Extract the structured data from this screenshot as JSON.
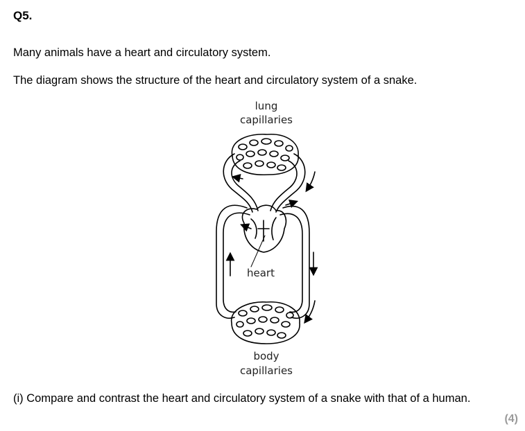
{
  "question": {
    "number": "Q5.",
    "intro": "Many animals have a heart and circulatory system.",
    "diagram_caption": "The diagram shows the structure of the heart and circulatory system of a snake.",
    "part_i": {
      "label": "(i)",
      "text": "Compare and contrast the heart and circulatory system of a snake with that of a human.",
      "marks": "(4)"
    }
  },
  "diagram": {
    "lung_label_line1": "lung",
    "lung_label_line2": "capillaries",
    "heart_label": "heart",
    "body_label_line1": "body",
    "body_label_line2": "capillaries"
  }
}
